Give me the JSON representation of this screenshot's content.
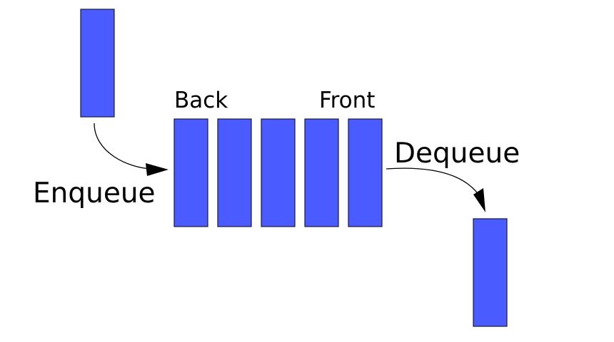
{
  "labels": {
    "back": "Back",
    "front": "Front",
    "enqueue": "Enqueue",
    "dequeue": "Dequeue"
  },
  "queue": {
    "count": 5
  },
  "colors": {
    "element_fill": "#4a5cff",
    "element_stroke": "#1a1a3a",
    "arrow": "#000000",
    "text": "#000000",
    "background": "#ffffff"
  }
}
